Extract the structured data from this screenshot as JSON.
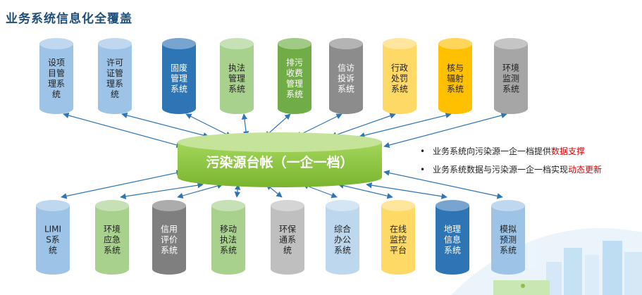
{
  "title": "业务系统信息化全覆盖",
  "colors": {
    "arrow": "#2e75b6",
    "center": "#8cc63f",
    "highlight": "#e00000"
  },
  "center": {
    "label": "污染源台帐（一企一档）"
  },
  "top_systems": [
    {
      "id": "t1",
      "lines": [
        "设项",
        "目管",
        "理系",
        "统"
      ],
      "color": "#9dc3e6",
      "dark": true
    },
    {
      "id": "t2",
      "lines": [
        "许可",
        "证管",
        "理系",
        "统"
      ],
      "color": "#9dc3e6",
      "dark": true
    },
    {
      "id": "t3",
      "lines": [
        "固废",
        "管理",
        "系统"
      ],
      "color": "#2e75b6",
      "dark": false
    },
    {
      "id": "t4",
      "lines": [
        "执法",
        "管理",
        "系统"
      ],
      "color": "#a9d18e",
      "dark": true
    },
    {
      "id": "t5",
      "lines": [
        "排污",
        "收费",
        "管理",
        "系统"
      ],
      "color": "#70ad47",
      "dark": false
    },
    {
      "id": "t6",
      "lines": [
        "信访",
        "投诉",
        "系统"
      ],
      "color": "#8c8c8c",
      "dark": false
    },
    {
      "id": "t7",
      "lines": [
        "行政",
        "处罚",
        "系统"
      ],
      "color": "#ffd966",
      "dark": true
    },
    {
      "id": "t8",
      "lines": [
        "核与",
        "辐射",
        "系统"
      ],
      "color": "#ffc000",
      "dark": true
    },
    {
      "id": "t9",
      "lines": [
        "环境",
        "监测",
        "系统"
      ],
      "color": "#a6a6a6",
      "dark": true
    }
  ],
  "bottom_systems": [
    {
      "id": "b1",
      "lines": [
        "LIMI",
        "S系",
        "统"
      ],
      "color": "#9dc3e6",
      "dark": true
    },
    {
      "id": "b2",
      "lines": [
        "环境",
        "应急",
        "系统"
      ],
      "color": "#a9d18e",
      "dark": true
    },
    {
      "id": "b3",
      "lines": [
        "信用",
        "评价",
        "系统"
      ],
      "color": "#7f7f7f",
      "dark": false
    },
    {
      "id": "b4",
      "lines": [
        "移动",
        "执法",
        "系统"
      ],
      "color": "#a9d18e",
      "dark": true
    },
    {
      "id": "b5",
      "lines": [
        "环保",
        "通系",
        "统"
      ],
      "color": "#bfbfbf",
      "dark": true
    },
    {
      "id": "b6",
      "lines": [
        "综合",
        "办公",
        "系统"
      ],
      "color": "#bdd7ee",
      "dark": true
    },
    {
      "id": "b7",
      "lines": [
        "在线",
        "监控",
        "平台"
      ],
      "color": "#ffd966",
      "dark": true
    },
    {
      "id": "b8",
      "lines": [
        "地理",
        "信息",
        "系统"
      ],
      "color": "#2e75b6",
      "dark": false
    },
    {
      "id": "b9",
      "lines": [
        "模拟",
        "预测",
        "系统"
      ],
      "color": "#9dc3e6",
      "dark": true
    }
  ],
  "bullets": [
    {
      "prefix": "业务系统向污染源一企一档提供",
      "highlight": "数据支撑"
    },
    {
      "prefix": "业务系统数据与污染源一企一档实现",
      "highlight": "动态更新"
    }
  ],
  "bullet_symbol": "•"
}
